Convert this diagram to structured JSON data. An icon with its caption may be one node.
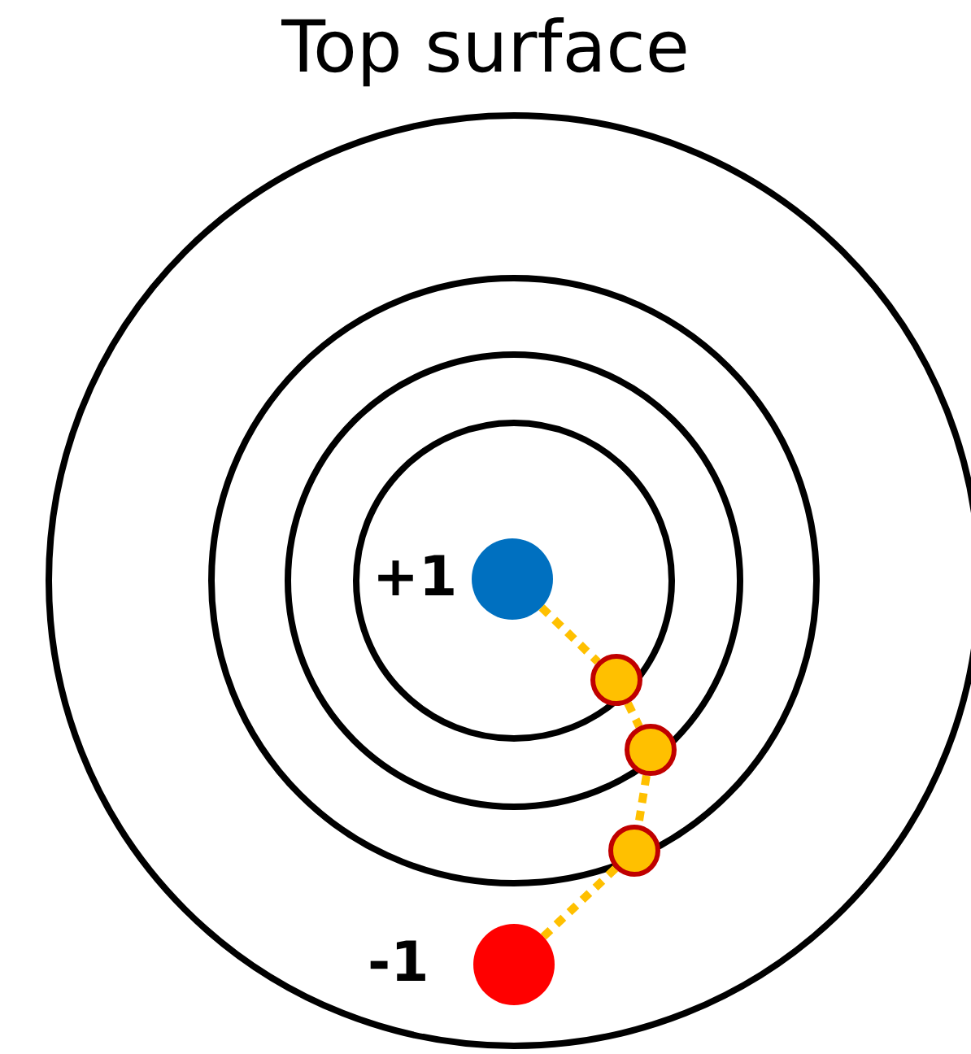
{
  "diagram": {
    "title": "Top surface",
    "nodes": [
      {
        "text": [],
        "shape": "circle",
        "beside": [
          "+1"
        ]
      },
      {
        "text": [],
        "shape": "circle"
      },
      {
        "text": [],
        "shape": "circle"
      },
      {
        "text": [],
        "shape": "circle"
      },
      {
        "text": [],
        "shape": "circle",
        "beside": [
          "-1"
        ]
      }
    ],
    "edges": [
      {
        "from": 0,
        "to": 1,
        "arrow": "none",
        "style": "dashed"
      },
      {
        "from": 1,
        "to": 2,
        "arrow": "none",
        "style": "dashed"
      },
      {
        "from": 2,
        "to": 3,
        "arrow": "none",
        "style": "dashed"
      },
      {
        "from": 3,
        "to": 4,
        "arrow": "none",
        "style": "dashed"
      }
    ]
  }
}
